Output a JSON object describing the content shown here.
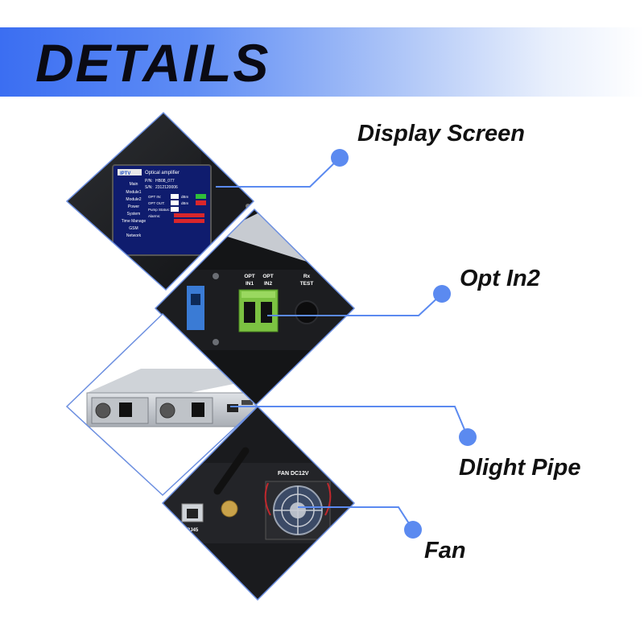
{
  "header": {
    "title": "DETAILS"
  },
  "callouts": {
    "display_screen": "Display Screen",
    "opt_in2": "Opt In2",
    "dlight_pipe": "Dlight Pipe",
    "fan": "Fan"
  },
  "screen": {
    "brand": "IPTV",
    "title": "Optical amplifier",
    "pn_label": "P/N:",
    "pn_value": "HB08_077",
    "sn_label": "S/N:",
    "sn_value": "2312120006",
    "menu": [
      "Main",
      "Module1",
      "Module2",
      "Power",
      "System",
      "Time Manage",
      "GSM",
      "Network"
    ],
    "opt_in_label": "OPT IN:",
    "opt_out_label": "OPT OUT:",
    "unit": "dBm",
    "pump_status_label": "Pump Status:",
    "alarms_label": "Alarms:"
  },
  "panel": {
    "opt_in1": [
      "OPT",
      "IN1"
    ],
    "opt_in2": [
      "OPT",
      "IN2"
    ],
    "rx_test": [
      "Rx",
      "TEST"
    ]
  },
  "rear": {
    "fan_label": "FAN DC12V",
    "rj45_label": "RJ45"
  },
  "colors": {
    "accent_blue": "#5b8af0",
    "banner_start": "#3b6ef2",
    "dot_blue": "#5b8af0",
    "connector_green": "#7cc242",
    "connector_blue": "#3a7bd5",
    "status_red": "#d9262b",
    "status_green": "#2fbf3a"
  }
}
